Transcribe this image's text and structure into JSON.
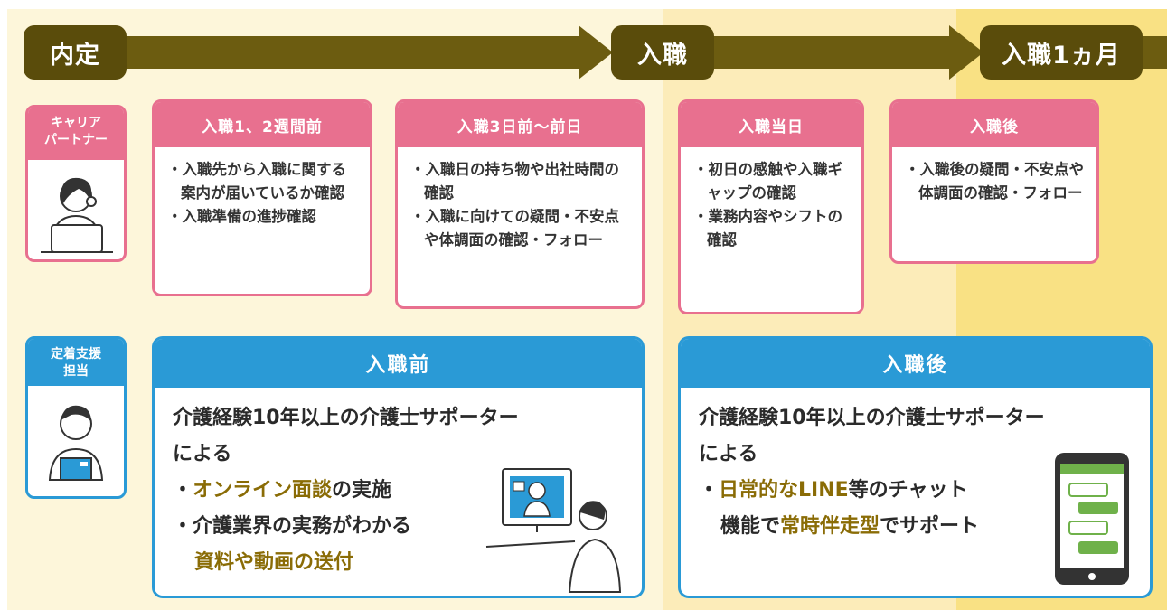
{
  "colors": {
    "olive": "#5a4c0b",
    "pink": "#e8708f",
    "blue": "#2a9ad6",
    "highlight": "#8a6c06"
  },
  "timeline": {
    "stage1": "内定",
    "stage2": "入職",
    "stage3": "入職1ヵ月"
  },
  "career_partner": {
    "label_line1": "キャリア",
    "label_line2": "パートナー",
    "cards": [
      {
        "title": "入職1、2週間前",
        "items": [
          "・入職先から入職に関する案内が届いているか確認",
          "・入職準備の進捗確認"
        ]
      },
      {
        "title": "入職3日前～前日",
        "items": [
          "・入職日の持ち物や出社時間の確認",
          "・入職に向けての疑問・不安点や体調面の確認・フォロー"
        ]
      },
      {
        "title": "入職当日",
        "items": [
          "・初日の感触や入職ギャップの確認",
          "・業務内容やシフトの確認"
        ]
      },
      {
        "title": "入職後",
        "items": [
          "・入職後の疑問・不安点や体調面の確認・フォロー"
        ]
      }
    ]
  },
  "retention_support": {
    "label_line1": "定着支援",
    "label_line2": "担当",
    "before": {
      "title": "入職前",
      "intro1": "介護経験10年以上の介護士サポーター",
      "intro2": "による",
      "b1_prefix": "・",
      "b1_hl": "オンライン面談",
      "b1_rest": "の実施",
      "b2_line1": "・介護業界の実務がわかる",
      "b2_hl": "資料や動画の送付"
    },
    "after": {
      "title": "入職後",
      "intro1": "介護経験10年以上の介護士サポーター",
      "intro2": "による",
      "b1_prefix": "・",
      "b1_hl": "日常的なLINE",
      "b1_rest": "等のチャット",
      "b2_pre": "機能で",
      "b2_hl": "常時伴走型",
      "b2_rest": "でサポート"
    }
  }
}
